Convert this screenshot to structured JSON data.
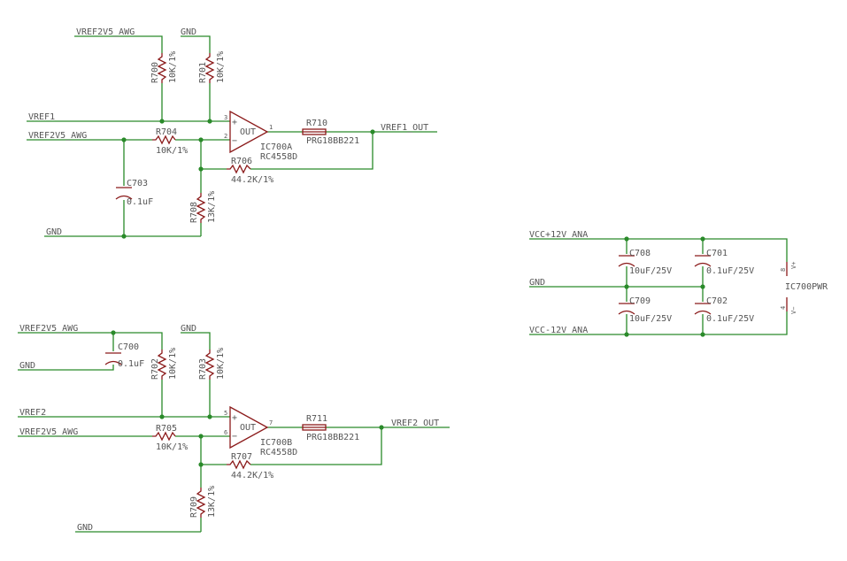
{
  "nets": {
    "vref2v5_awg": "VREF2V5_AWG",
    "gnd": "GND",
    "vref1": "VREF1",
    "vref2": "VREF2",
    "vref1_out": "VREF1_OUT",
    "vref2_out": "VREF2_OUT",
    "vcc_pos": "VCC+12V_ANA",
    "vcc_neg": "VCC-12V_ANA"
  },
  "components": {
    "r700": {
      "ref": "R700",
      "value": "10K/1%"
    },
    "r701": {
      "ref": "R701",
      "value": "10K/1%"
    },
    "r702": {
      "ref": "R702",
      "value": "10K/1%"
    },
    "r703": {
      "ref": "R703",
      "value": "10K/1%"
    },
    "r704": {
      "ref": "R704",
      "value": "10K/1%"
    },
    "r705": {
      "ref": "R705",
      "value": "10K/1%"
    },
    "r706": {
      "ref": "R706",
      "value": "44.2K/1%"
    },
    "r707": {
      "ref": "R707",
      "value": "44.2K/1%"
    },
    "r708": {
      "ref": "R708",
      "value": "13K/1%"
    },
    "r709": {
      "ref": "R709",
      "value": "13K/1%"
    },
    "r710": {
      "ref": "R710",
      "value": "PRG18BB221"
    },
    "r711": {
      "ref": "R711",
      "value": "PRG18BB221"
    },
    "c700": {
      "ref": "C700",
      "value": "0.1uF"
    },
    "c703": {
      "ref": "C703",
      "value": "0.1uF"
    },
    "c701": {
      "ref": "C701",
      "value": "0.1uF/25V"
    },
    "c702": {
      "ref": "C702",
      "value": "0.1uF/25V"
    },
    "c708": {
      "ref": "C708",
      "value": "10uF/25V"
    },
    "c709": {
      "ref": "C709",
      "value": "10uF/25V"
    },
    "ic700a": {
      "ref": "IC700A",
      "value": "RC4558D",
      "out": "OUT",
      "plus": "+",
      "minus": "−",
      "pin_plus": "3",
      "pin_minus": "2",
      "pin_out": "1"
    },
    "ic700b": {
      "ref": "IC700B",
      "value": "RC4558D",
      "out": "OUT",
      "plus": "+",
      "minus": "−",
      "pin_plus": "5",
      "pin_minus": "6",
      "pin_out": "7"
    },
    "ic700pwr": {
      "ref": "IC700PWR",
      "pin_vpos": "8",
      "pin_vpos_name": "V+",
      "pin_vneg": "4",
      "pin_vneg_name": "V−"
    }
  }
}
